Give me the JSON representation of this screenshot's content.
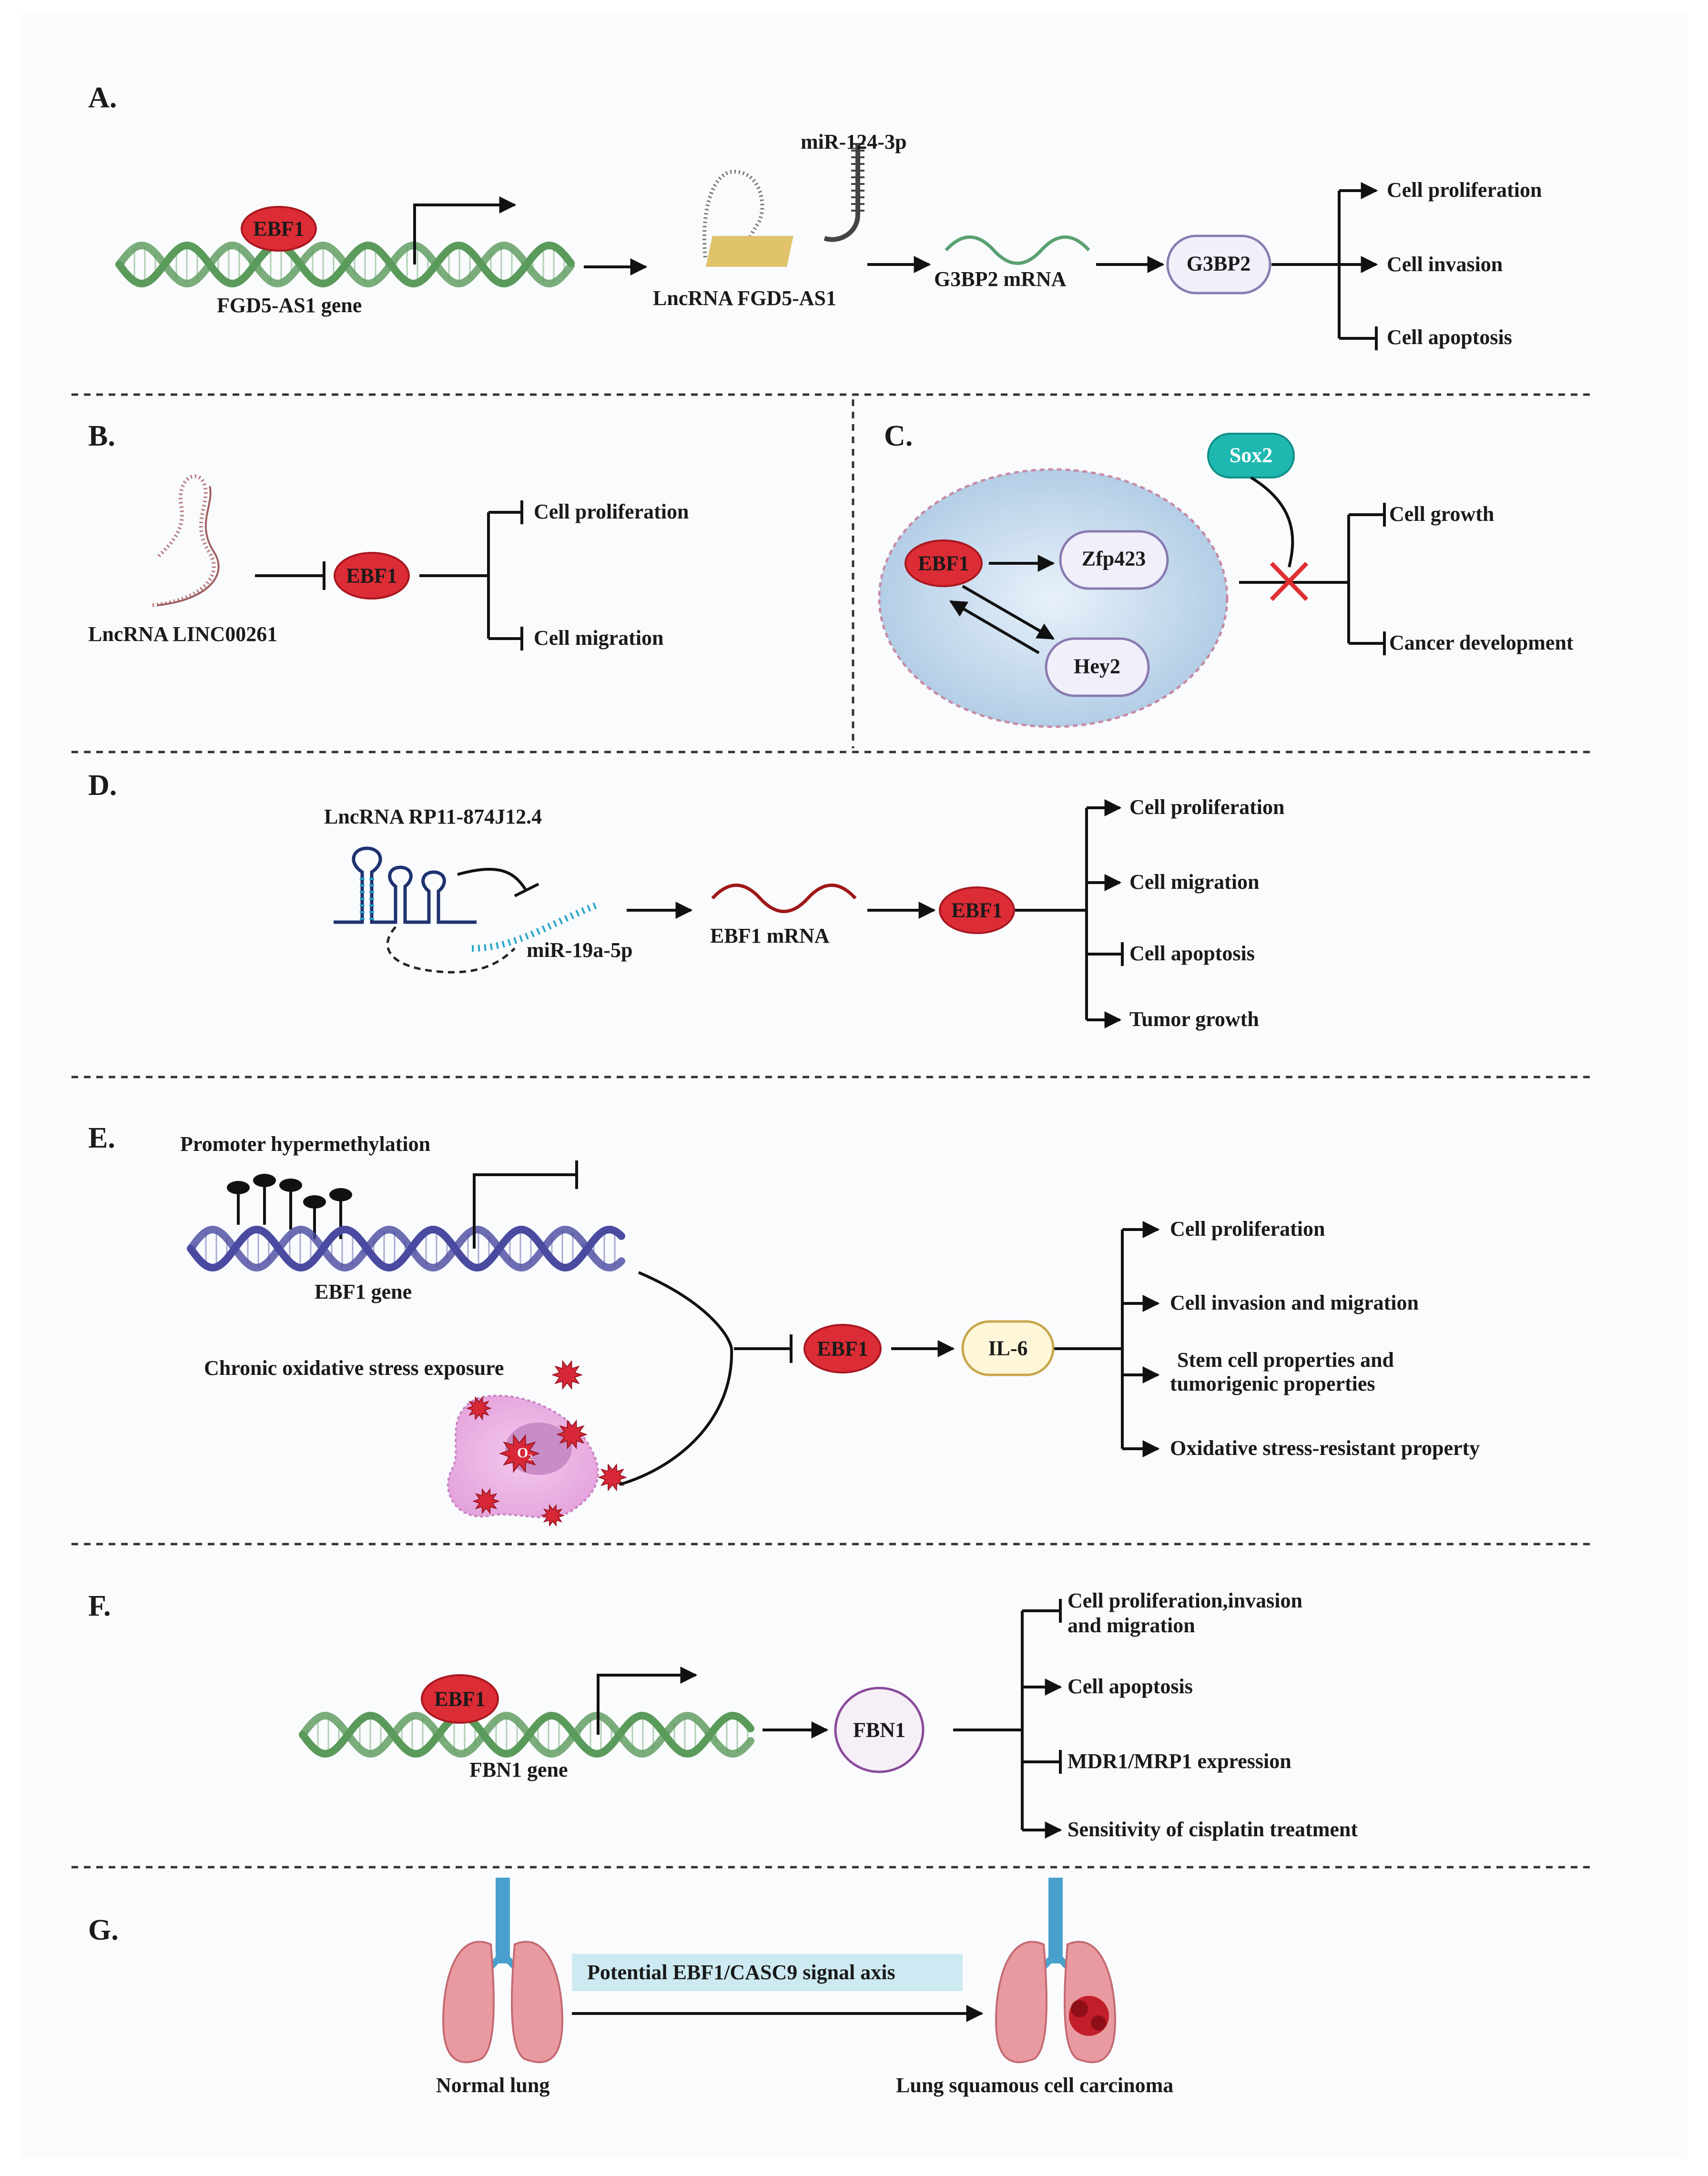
{
  "colors": {
    "ebf1": "#dc2c35",
    "helix": "#5a9a5a",
    "helix_purple": "#4a4aa0",
    "node_fill": "#f1effa",
    "node_stroke": "#8a7bb0",
    "il6_fill": "#fdf6d8",
    "il6_stroke": "#c9a64a",
    "sox2": "#1fb8b0",
    "cell_fill": "#c9dcef",
    "axis_box": "#cdeaf2",
    "lung": "#e89aa0",
    "trachea": "#4aa0cc",
    "inhibit_x": "#e03030"
  },
  "panels": {
    "A": {
      "letter": "A.",
      "ebf1": "EBF1",
      "gene": "FGD5-AS1 gene",
      "lncrna": "LncRNA FGD5-AS1",
      "mirna": "miR-124-3p",
      "mrna": "G3BP2 mRNA",
      "protein": "G3BP2",
      "outcomes": [
        "Cell proliferation",
        "Cell invasion",
        "Cell apoptosis"
      ]
    },
    "B": {
      "letter": "B.",
      "lncrna": "LncRNA LINC00261",
      "ebf1": "EBF1",
      "outcomes": [
        "Cell proliferation",
        "Cell migration"
      ]
    },
    "C": {
      "letter": "C.",
      "ebf1": "EBF1",
      "zfp": "Zfp423",
      "hey": "Hey2",
      "sox": "Sox2",
      "outcomes": [
        "Cell growth",
        "Cancer development"
      ]
    },
    "D": {
      "letter": "D.",
      "lncrna": "LncRNA RP11-874J12.4",
      "mirna": "miR-19a-5p",
      "mrna": "EBF1 mRNA",
      "ebf1": "EBF1",
      "outcomes": [
        "Cell proliferation",
        "Cell migration",
        "Cell apoptosis",
        "Tumor growth"
      ]
    },
    "E": {
      "letter": "E.",
      "promoter": "Promoter hypermethylation",
      "gene": "EBF1 gene",
      "stress": "Chronic oxidative stress exposure",
      "ebf1": "EBF1",
      "il6": "IL-6",
      "o2": "O₂",
      "outcomes": [
        "Cell proliferation",
        "Cell invasion and migration",
        "Stem cell properties and",
        "tumorigenic properties",
        "Oxidative stress-resistant property"
      ]
    },
    "F": {
      "letter": "F.",
      "ebf1": "EBF1",
      "gene": "FBN1 gene",
      "protein": "FBN1",
      "outcomes": [
        "Cell proliferation,invasion",
        "and migration",
        "Cell apoptosis",
        "MDR1/MRP1 expression",
        "Sensitivity of cisplatin treatment"
      ]
    },
    "G": {
      "letter": "G.",
      "axis": "Potential EBF1/CASC9 signal axis",
      "normal": "Normal lung",
      "cancer": "Lung squamous cell carcinoma"
    }
  }
}
